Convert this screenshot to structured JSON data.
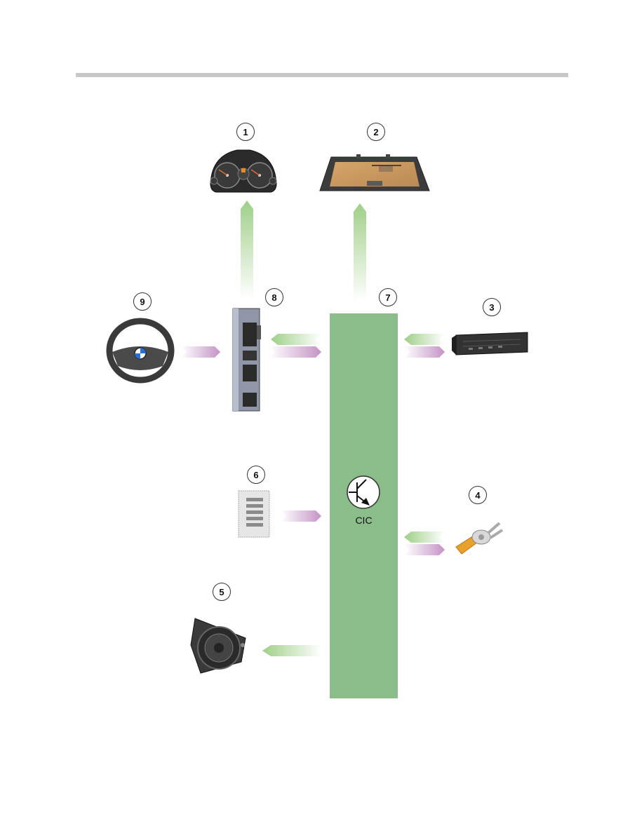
{
  "callouts": {
    "c1": "1",
    "c2": "2",
    "c3": "3",
    "c4": "4",
    "c5": "5",
    "c6": "6",
    "c7": "7",
    "c8": "8",
    "c9": "9"
  },
  "controller": {
    "label": "CIC"
  },
  "components": [
    {
      "number": "1",
      "icon": "instrument-cluster-icon"
    },
    {
      "number": "2",
      "icon": "central-display-icon"
    },
    {
      "number": "3",
      "icon": "dvd-changer-icon"
    },
    {
      "number": "4",
      "icon": "usb-audio-interface-icon"
    },
    {
      "number": "5",
      "icon": "loudspeaker-icon"
    },
    {
      "number": "6",
      "icon": "audio-input-icon"
    },
    {
      "number": "7",
      "icon": "cic-controller-block"
    },
    {
      "number": "8",
      "icon": "junction-box-icon"
    },
    {
      "number": "9",
      "icon": "steering-wheel-icon"
    }
  ],
  "colors": {
    "controller_fill": "#8bbd8b",
    "green_arrow": "#a9d28f",
    "purple_arrow": "#c99cc9",
    "rule": "#c8c8c8"
  }
}
